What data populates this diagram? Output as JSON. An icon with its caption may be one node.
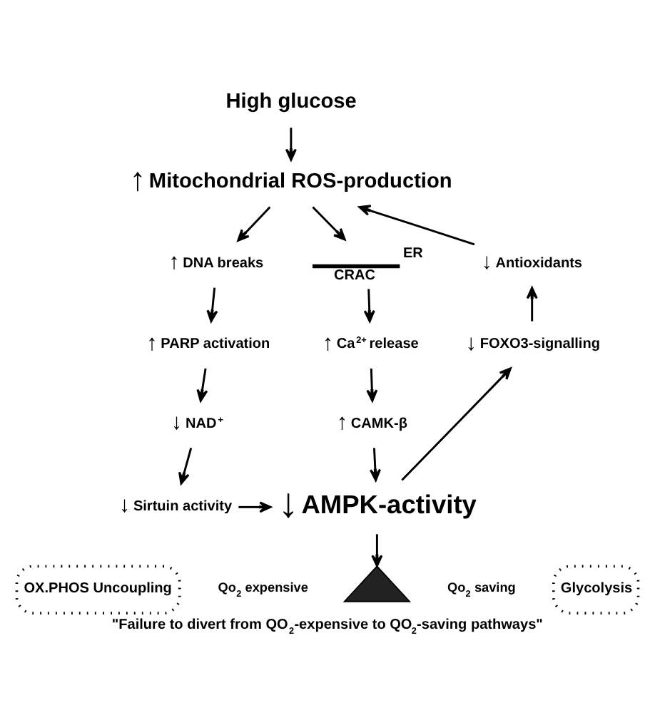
{
  "diagram": {
    "caption": "\"Failure to divert from QO$_{2}$-expensive to QO$_{2}$-saving pathways\"",
    "nodes": [
      {
        "text": [
          "High glucose"
        ]
      },
      {
        "text": [
          "Mitochondrial ROS-production"
        ],
        "beside": [
          "↑"
        ]
      },
      {
        "text": [
          "DNA breaks"
        ],
        "beside": [
          "↑"
        ]
      },
      {
        "text": [
          "PARP activation"
        ],
        "beside": [
          "↑"
        ]
      },
      {
        "text": [
          "NAD$^{+}$"
        ],
        "beside": [
          "↓"
        ]
      },
      {
        "text": [
          "Sirtuin activity"
        ],
        "beside": [
          "↓"
        ]
      },
      {
        "text": [
          "ER",
          "CRAC"
        ]
      },
      {
        "text": [
          "Ca$^{2+}$ release"
        ],
        "beside": [
          "↑"
        ]
      },
      {
        "text": [
          "CAMK-β"
        ],
        "beside": [
          "↑"
        ]
      },
      {
        "text": [
          "AMPK-activity"
        ],
        "beside": [
          "↓"
        ]
      },
      {
        "text": [
          "FOXO3-signalling"
        ],
        "beside": [
          "↓"
        ]
      },
      {
        "text": [
          "Antioxidants"
        ],
        "beside": [
          "↓"
        ]
      },
      {
        "text": [
          "OX.PHOS Uncoupling"
        ]
      },
      {
        "text": [
          "Glycolysis"
        ]
      },
      {
        "text": [],
        "shape": "triangle",
        "beside": [
          "Qo$_{2}$ expensive",
          "Qo$_{2}$ saving"
        ]
      }
    ],
    "edges": [
      {
        "from": 0,
        "to": 1,
        "arrow": "to"
      },
      {
        "from": 1,
        "to": 2,
        "arrow": "to"
      },
      {
        "from": 2,
        "to": 3,
        "arrow": "to"
      },
      {
        "from": 3,
        "to": 4,
        "arrow": "to"
      },
      {
        "from": 4,
        "to": 5,
        "arrow": "to"
      },
      {
        "from": 5,
        "to": 9,
        "arrow": "to"
      },
      {
        "from": 1,
        "to": 6,
        "arrow": "to"
      },
      {
        "from": 6,
        "to": 7,
        "arrow": "to"
      },
      {
        "from": 7,
        "to": 8,
        "arrow": "to"
      },
      {
        "from": 8,
        "to": 9,
        "arrow": "to"
      },
      {
        "from": 9,
        "to": 10,
        "arrow": "to"
      },
      {
        "from": 10,
        "to": 11,
        "arrow": "to"
      },
      {
        "from": 11,
        "to": 1,
        "arrow": "to"
      },
      {
        "from": 9,
        "to": 14,
        "arrow": "to"
      }
    ]
  }
}
